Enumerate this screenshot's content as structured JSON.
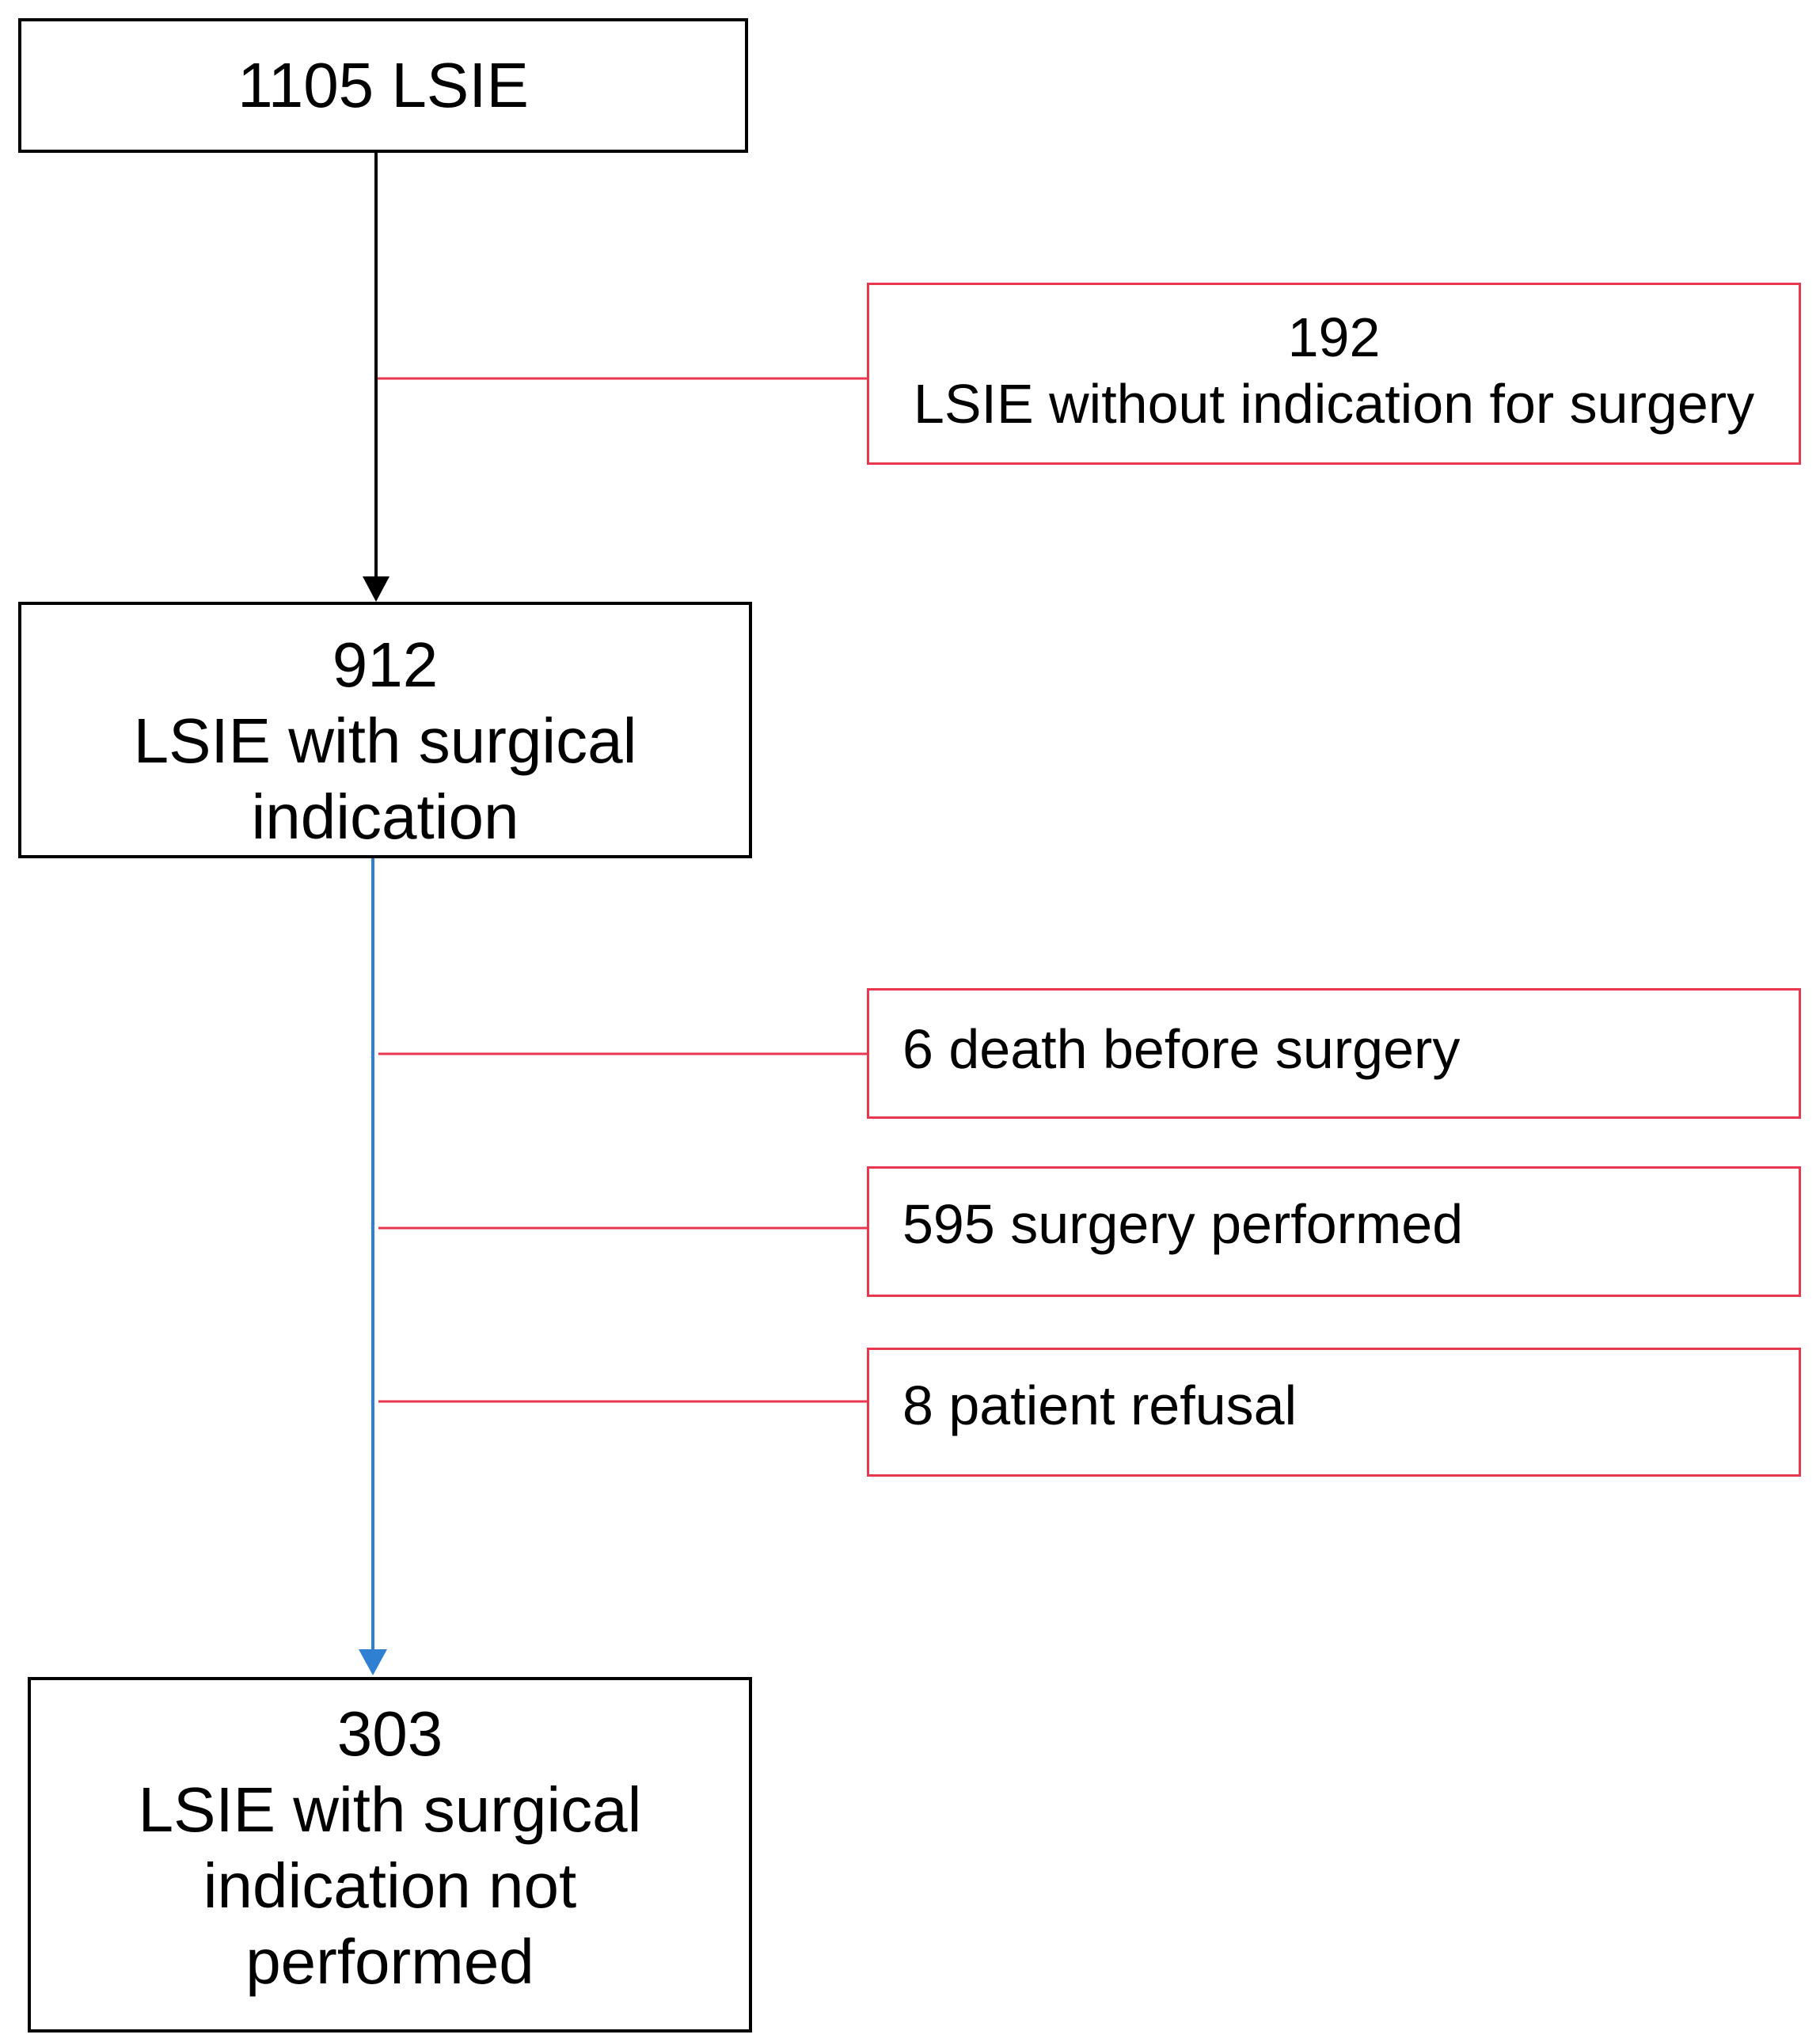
{
  "nodes": {
    "total": {
      "lines": [
        "1105 LSIE"
      ]
    },
    "no_indication": {
      "lines": [
        "192",
        "LSIE without indication for surgery"
      ]
    },
    "with_indication": {
      "lines": [
        "912",
        "LSIE with surgical",
        "indication"
      ]
    },
    "death": {
      "lines": [
        "6 death before surgery"
      ]
    },
    "performed": {
      "lines": [
        "595 surgery performed"
      ]
    },
    "refusal": {
      "lines": [
        "8 patient refusal"
      ]
    },
    "not_performed": {
      "lines": [
        "303",
        "LSIE with surgical",
        "indication not",
        "performed"
      ]
    }
  },
  "colors": {
    "main_border": "#000000",
    "exclusion_border": "#e8384f",
    "exclusion_line": "#e8384f",
    "flow_arrow_1": "#000000",
    "flow_arrow_2": "#2f7fd3"
  }
}
